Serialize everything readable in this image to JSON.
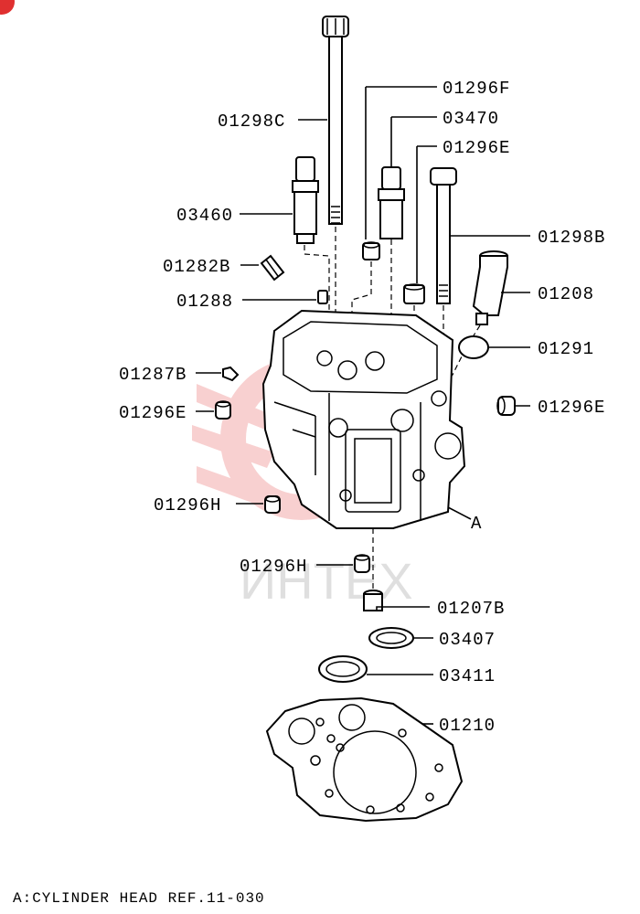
{
  "footnote": "A:CYLINDER HEAD REF.11-030",
  "watermark": "ИНТЕХ",
  "brand_color": "#e03030",
  "labels": {
    "p01296F": "01296F",
    "p03470": "03470",
    "p01298C": "01298C",
    "p01296E_top": "01296E",
    "p03460": "03460",
    "p01298B": "01298B",
    "p01282B": "01282B",
    "p01208": "01208",
    "p01288": "01288",
    "p01291": "01291",
    "p01287B": "01287B",
    "p01296E_left": "01296E",
    "p01296E_right": "01296E",
    "p01296H_left": "01296H",
    "pA": "A",
    "p01296H_mid": "01296H",
    "p01207B": "01207B",
    "p03407": "03407",
    "p03411": "03411",
    "p01210": "01210"
  }
}
